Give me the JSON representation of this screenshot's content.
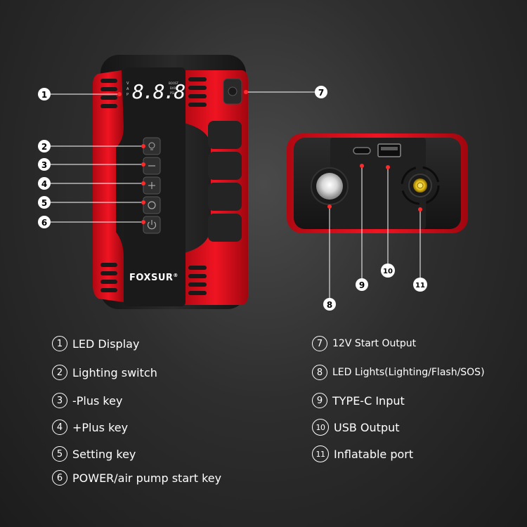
{
  "brand": {
    "name": "FOXSUR",
    "mark": "®"
  },
  "display": {
    "digits": "8.8.8",
    "left_marks": [
      "V",
      "A",
      "P"
    ],
    "right_marks": [
      "BOOST",
      "BAR",
      "PSI"
    ]
  },
  "callouts": [
    "1",
    "2",
    "3",
    "4",
    "5",
    "6",
    "7",
    "8",
    "9",
    "10",
    "11"
  ],
  "legend": [
    {
      "num": "1",
      "label": "LED Display"
    },
    {
      "num": "2",
      "label": "Lighting switch"
    },
    {
      "num": "3",
      "label": "-Plus key"
    },
    {
      "num": "4",
      "label": "+Plus key"
    },
    {
      "num": "5",
      "label": "Setting key"
    },
    {
      "num": "6",
      "label": "POWER/air pump start key"
    },
    {
      "num": "7",
      "label": "12V Start Output"
    },
    {
      "num": "8",
      "label": "LED Lights(Lighting/Flash/SOS)"
    },
    {
      "num": "9",
      "label": "TYPE-C Input"
    },
    {
      "num": "10",
      "label": "USB Output"
    },
    {
      "num": "11",
      "label": "Inflatable port"
    }
  ],
  "colors": {
    "accent": "#e8101c",
    "body": "#1e1e1e",
    "panel": "#2a2a2a",
    "callout": "#ff2a2a"
  }
}
